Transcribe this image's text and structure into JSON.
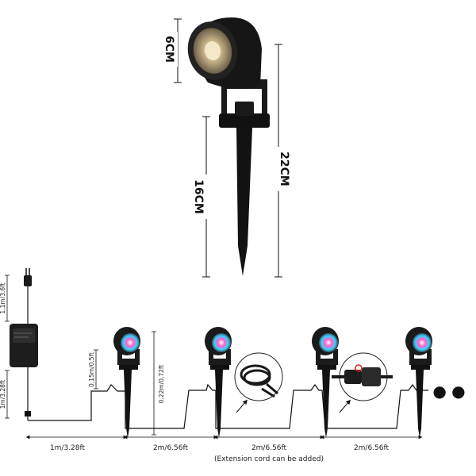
{
  "top_dimensions": {
    "head_height": "6CM",
    "stake_length": "16CM",
    "total_height": "22CM"
  },
  "wiring": {
    "plug_cable": "1.1m/3.6ft",
    "adapter_cable": "1m/3.28ft",
    "lamp_lead": "0.15m/0.5ft",
    "lamp_height": "0.22m/0.72ft",
    "segments": [
      "1m/3.28ft",
      "2m/6.56ft",
      "2m/6.56ft",
      "2m/6.56ft"
    ],
    "extension_note": "(Extension cord can be added)",
    "continuation": "● ●"
  }
}
